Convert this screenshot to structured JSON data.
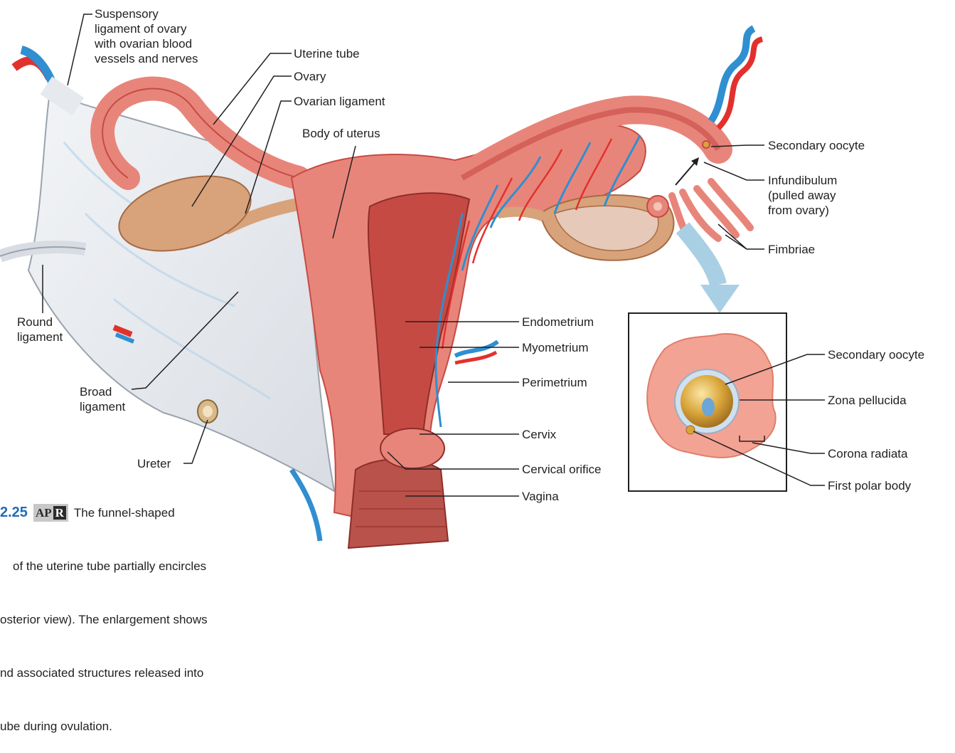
{
  "labels": {
    "suspensory": "Suspensory\nligament of ovary\nwith ovarian blood\nvessels and nerves",
    "uterine_tube": "Uterine tube",
    "ovary": "Ovary",
    "ovarian_ligament": "Ovarian ligament",
    "body_of_uterus": "Body of uterus",
    "round_ligament": "Round\nligament",
    "broad_ligament": "Broad\nligament",
    "ureter": "Ureter",
    "secondary_oocyte": "Secondary oocyte",
    "infundibulum": "Infundibulum\n(pulled away\nfrom ovary)",
    "fimbriae": "Fimbriae",
    "endometrium": "Endometrium",
    "myometrium": "Myometrium",
    "perimetrium": "Perimetrium",
    "cervix": "Cervix",
    "cervical_orifice": "Cervical orifice",
    "vagina": "Vagina",
    "inset_secondary_oocyte": "Secondary oocyte",
    "zona_pellucida": "Zona pellucida",
    "corona_radiata": "Corona radiata",
    "first_polar_body": "First polar body"
  },
  "caption": {
    "figure_number": "2.25",
    "apr_left": "AP",
    "apr_right": "R",
    "line1": "The funnel-shaped",
    "line2": "of the uterine tube partially encircles",
    "line3": "osterior view). The enlargement shows",
    "line4": "nd associated structures released into",
    "line5": "ube during ovulation."
  },
  "colors": {
    "tissue_pink": "#e8857a",
    "tissue_dark": "#c64a44",
    "ovary_tan": "#d8a27a",
    "artery_red": "#e2312c",
    "vein_blue": "#2f8fd1",
    "ligament_gray": "#e6e9ee",
    "oocyte_gold": "#d9a53a",
    "arrow_blue": "#a9cfe4"
  }
}
